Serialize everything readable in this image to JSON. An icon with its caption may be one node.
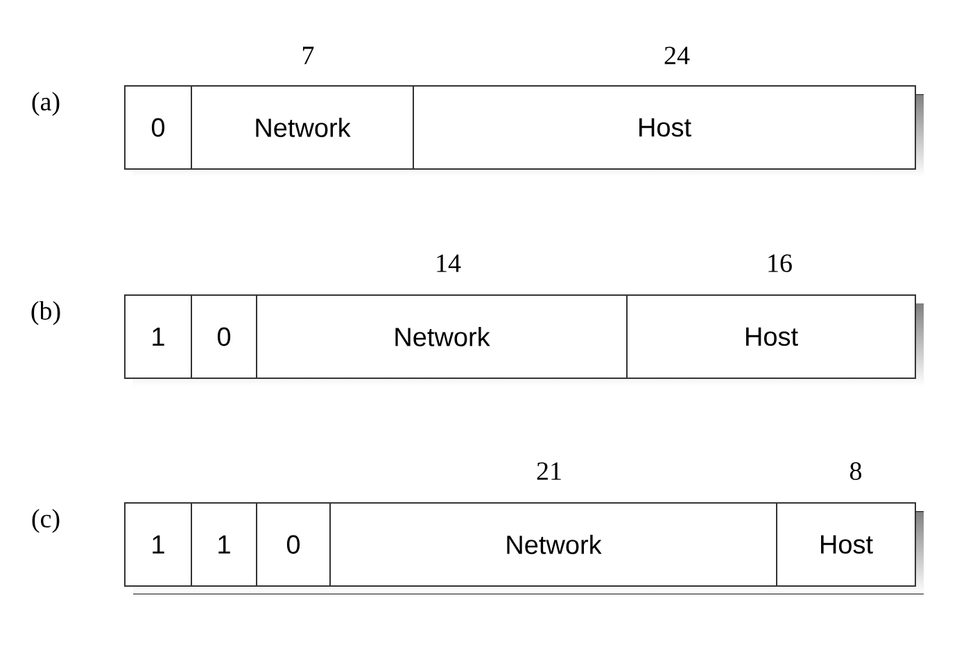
{
  "diagram": {
    "nodes": [
      {
        "text": [
          "0"
        ]
      },
      {
        "text": [
          "Network"
        ],
        "beside": [
          "7"
        ]
      },
      {
        "text": [
          "Host"
        ],
        "beside": [
          "24"
        ]
      },
      {
        "text": [
          "1"
        ]
      },
      {
        "text": [
          "0"
        ]
      },
      {
        "text": [
          "Network"
        ],
        "beside": [
          "14"
        ]
      },
      {
        "text": [
          "Host"
        ],
        "beside": [
          "16"
        ]
      },
      {
        "text": [
          "1"
        ]
      },
      {
        "text": [
          "1"
        ]
      },
      {
        "text": [
          "0"
        ]
      },
      {
        "text": [
          "Network"
        ],
        "beside": [
          "21"
        ]
      },
      {
        "text": [
          "Host"
        ],
        "beside": [
          "8"
        ]
      }
    ],
    "labels": [
      "(a)",
      "(b)",
      "(c)"
    ]
  }
}
